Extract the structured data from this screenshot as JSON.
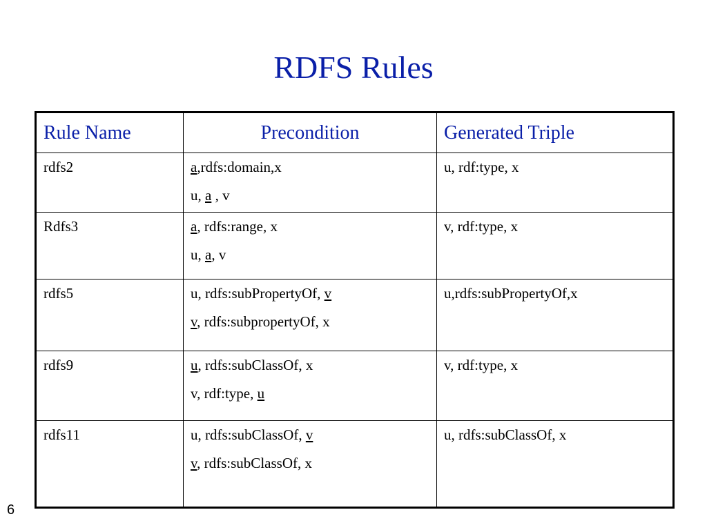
{
  "slide": {
    "title": "RDFS Rules",
    "page_number": "6"
  },
  "table": {
    "headers": [
      "Rule Name",
      "Precondition",
      "Generated Triple"
    ],
    "rows": [
      {
        "name": "rdfs2",
        "precondition": [
          [
            {
              "t": "a",
              "u": true
            },
            {
              "t": ",rdfs:domain,x",
              "u": false
            }
          ],
          [
            {
              "t": "u, ",
              "u": false
            },
            {
              "t": "a",
              "u": true
            },
            {
              "t": " , v",
              "u": false
            }
          ]
        ],
        "generated": "u, rdf:type, x"
      },
      {
        "name": "Rdfs3",
        "precondition": [
          [
            {
              "t": "a",
              "u": true
            },
            {
              "t": ", rdfs:range, x",
              "u": false
            }
          ],
          [
            {
              "t": "u, ",
              "u": false
            },
            {
              "t": "a",
              "u": true
            },
            {
              "t": ", v",
              "u": false
            }
          ]
        ],
        "generated": "v, rdf:type, x"
      },
      {
        "name": "rdfs5",
        "precondition": [
          [
            {
              "t": "u, rdfs:subPropertyOf, ",
              "u": false
            },
            {
              "t": "v",
              "u": true
            }
          ],
          [
            {
              "t": "v",
              "u": true
            },
            {
              "t": ", rdfs:subpropertyOf, x",
              "u": false
            }
          ]
        ],
        "generated": "u,rdfs:subPropertyOf,x"
      },
      {
        "name": "rdfs9",
        "precondition": [
          [
            {
              "t": "u",
              "u": true
            },
            {
              "t": ", rdfs:subClassOf, x",
              "u": false
            }
          ],
          [
            {
              "t": "v, rdf:type, ",
              "u": false
            },
            {
              "t": "u",
              "u": true
            }
          ]
        ],
        "generated": "v, rdf:type, x"
      },
      {
        "name": "rdfs11",
        "precondition": [
          [
            {
              "t": "u, rdfs:subClassOf, ",
              "u": false
            },
            {
              "t": "v",
              "u": true
            }
          ],
          [
            {
              "t": "v",
              "u": true
            },
            {
              "t": ", rdfs:subClassOf, x",
              "u": false
            }
          ]
        ],
        "generated": "u, rdfs:subClassOf, x"
      }
    ]
  }
}
